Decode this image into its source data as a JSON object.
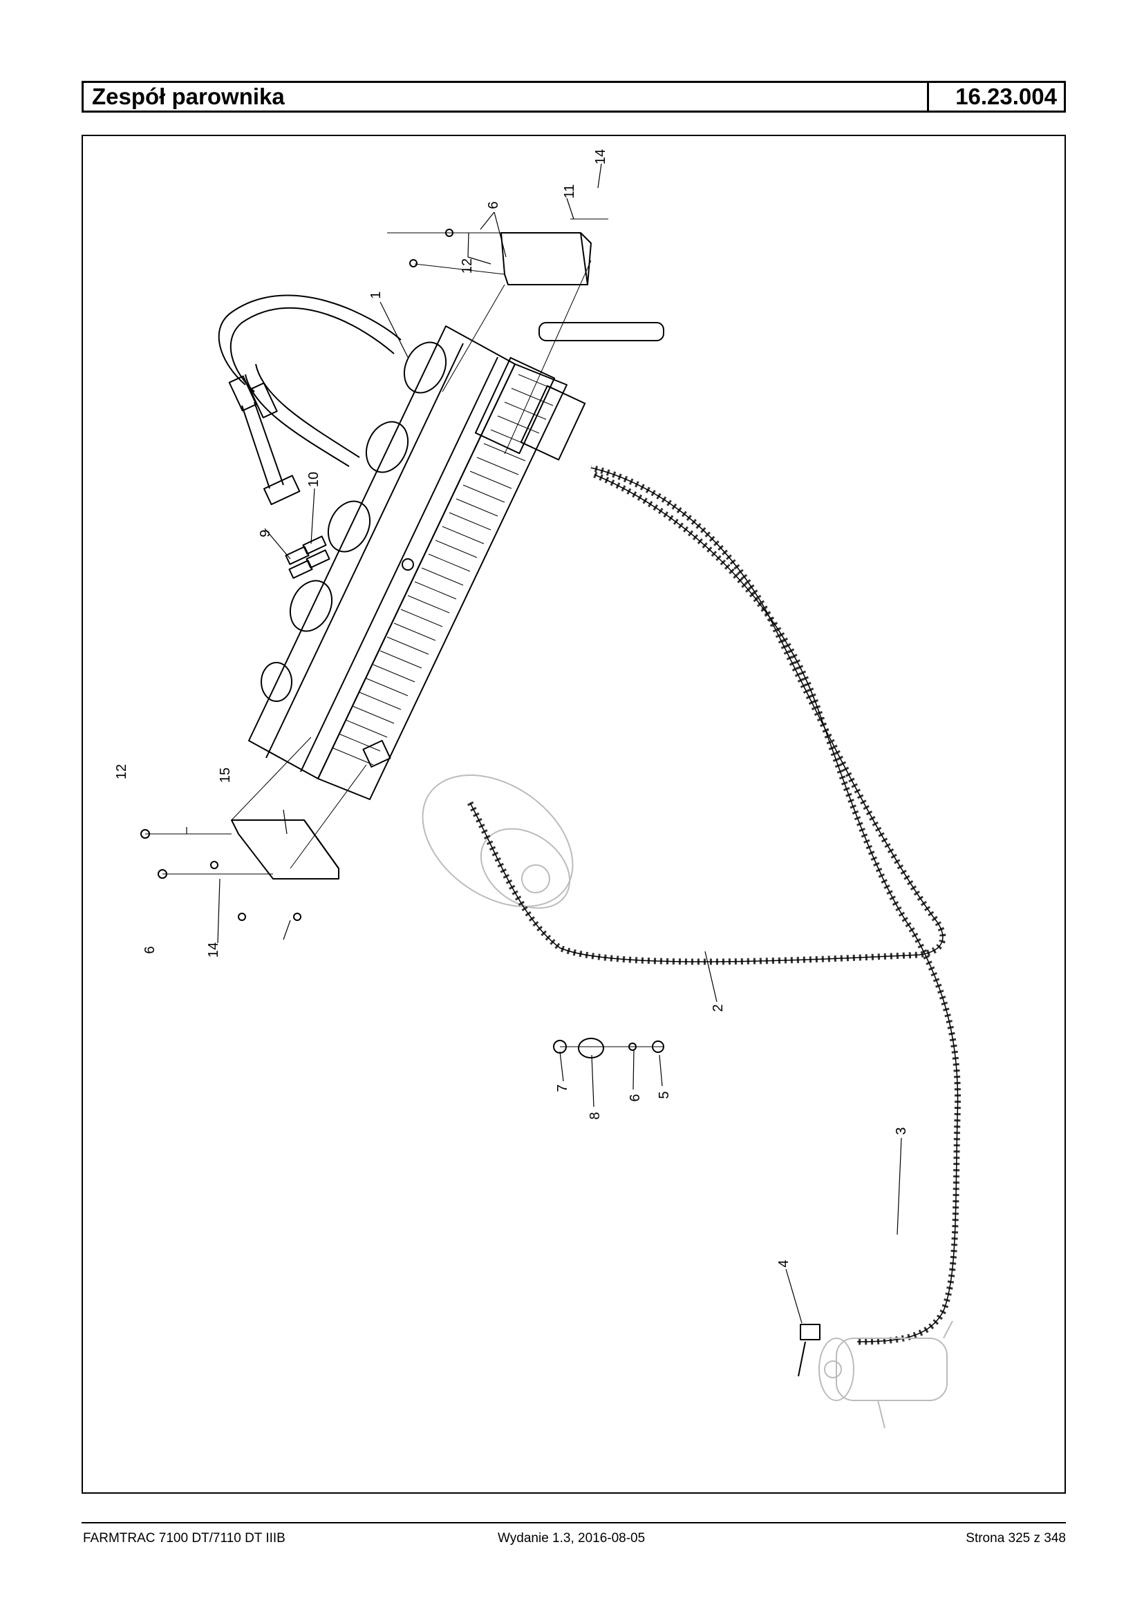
{
  "header": {
    "title": "Zespół parownika",
    "code": "16.23.004"
  },
  "callouts": {
    "c1": "1",
    "c2": "2",
    "c3": "3",
    "c4": "4",
    "c5": "5",
    "c6a": "6",
    "c6b": "6",
    "c6c": "6",
    "c7": "7",
    "c8": "8",
    "c9": "9",
    "c10": "10",
    "c11": "11",
    "c12a": "12",
    "c12b": "12",
    "c14a": "14",
    "c14b": "14",
    "c15": "15"
  },
  "footer": {
    "left": "FARMTRAC 7100 DT/7110 DT IIIB",
    "middle": "Wydanie 1.3,  2016-08-05",
    "right": "Strona 325 z 348"
  }
}
